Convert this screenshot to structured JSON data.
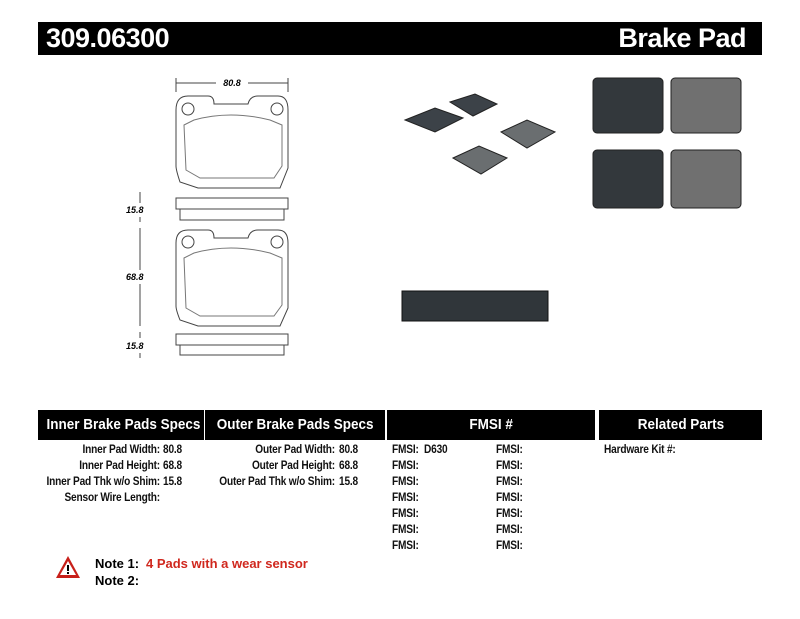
{
  "header": {
    "part_number": "309.06300",
    "product_type": "Brake Pad"
  },
  "drawing": {
    "width_dim": "80.8",
    "height_dim": "68.8",
    "thickness_dim_1": "15.8",
    "thickness_dim_2": "15.8"
  },
  "tables": {
    "inner": {
      "title": "Inner Brake Pads Specs",
      "rows": [
        {
          "label": "Inner Pad Width:",
          "value": "80.8"
        },
        {
          "label": "Inner Pad Height:",
          "value": "68.8"
        },
        {
          "label": "Inner Pad Thk w/o Shim:",
          "value": "15.8"
        },
        {
          "label": "Sensor Wire Length:",
          "value": ""
        }
      ]
    },
    "outer": {
      "title": "Outer Brake Pads Specs",
      "rows": [
        {
          "label": "Outer Pad Width:",
          "value": "80.8"
        },
        {
          "label": "Outer Pad Height:",
          "value": "68.8"
        },
        {
          "label": "Outer Pad Thk w/o Shim:",
          "value": "15.8"
        }
      ]
    },
    "fmsi": {
      "title": "FMSI #",
      "left": [
        {
          "label": "FMSI:",
          "value": "D630"
        },
        {
          "label": "FMSI:",
          "value": ""
        },
        {
          "label": "FMSI:",
          "value": ""
        },
        {
          "label": "FMSI:",
          "value": ""
        },
        {
          "label": "FMSI:",
          "value": ""
        },
        {
          "label": "FMSI:",
          "value": ""
        },
        {
          "label": "FMSI:",
          "value": ""
        }
      ],
      "right": [
        {
          "label": "FMSI:",
          "value": ""
        },
        {
          "label": "FMSI:",
          "value": ""
        },
        {
          "label": "FMSI:",
          "value": ""
        },
        {
          "label": "FMSI:",
          "value": ""
        },
        {
          "label": "FMSI:",
          "value": ""
        },
        {
          "label": "FMSI:",
          "value": ""
        },
        {
          "label": "FMSI:",
          "value": ""
        }
      ]
    },
    "related": {
      "title": "Related Parts",
      "rows": [
        {
          "label": "Hardware Kit #:",
          "value": ""
        }
      ]
    }
  },
  "notes": [
    {
      "label": "Note 1:",
      "text": "4 Pads with a wear sensor",
      "color": "#d0281e"
    },
    {
      "label": "Note 2:",
      "text": ""
    }
  ],
  "colors": {
    "header_bg": "#000000",
    "note_red": "#d0281e",
    "warning_icon": "#c8201a"
  }
}
